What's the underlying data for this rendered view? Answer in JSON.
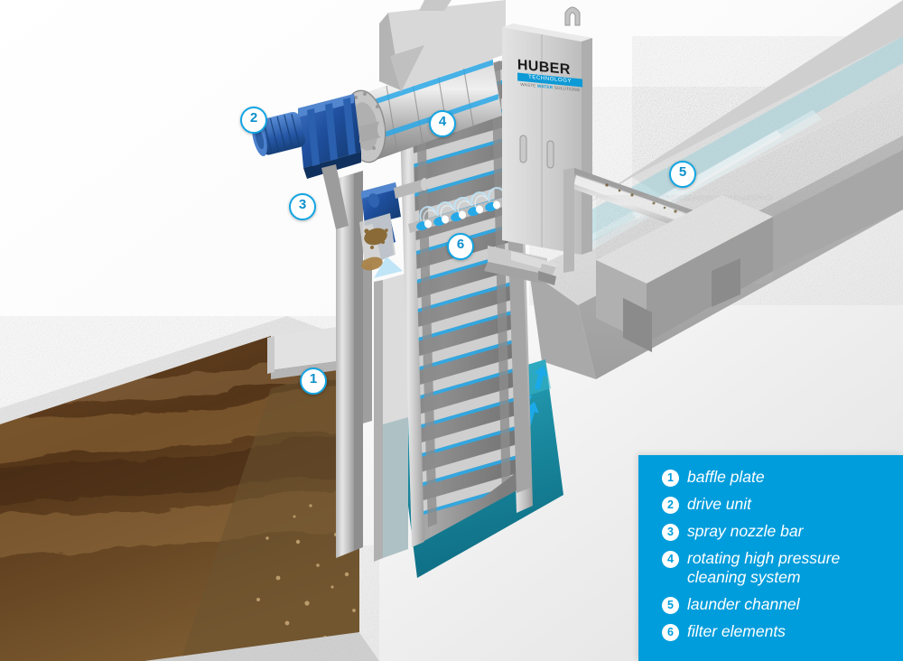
{
  "image": {
    "title": "HUBER rotating belt filter installation cutaway",
    "background_color": "#f4f4f4",
    "accent_color": "#009ddc"
  },
  "branding": {
    "logo_word": "HUBER",
    "logo_bar_text": "TECHNOLOGY",
    "logo_claim_pre": "WASTE",
    "logo_claim_mid": "WATER",
    "logo_claim_post": "SOLUTIONS"
  },
  "callouts": [
    {
      "number": "1",
      "label": "baffle plate"
    },
    {
      "number": "2",
      "label": "drive unit"
    },
    {
      "number": "3",
      "label": "spray nozzle bar"
    },
    {
      "number": "4",
      "label": "rotating high pressure cleaning system"
    },
    {
      "number": "5",
      "label": "launder channel"
    },
    {
      "number": "6",
      "label": "filter elements"
    }
  ],
  "legend": {
    "background_color": "#009ddc",
    "text_color": "#ffffff",
    "items": [
      {
        "number": "1",
        "label": "baffle plate"
      },
      {
        "number": "2",
        "label": "drive unit"
      },
      {
        "number": "3",
        "label": "spray nozzle bar"
      },
      {
        "number": "4",
        "label": "rotating high pressure cleaning system"
      },
      {
        "number": "5",
        "label": "launder channel"
      },
      {
        "number": "6",
        "label": "filter elements"
      }
    ]
  },
  "scene": {
    "elements": [
      {
        "name": "concrete-channel",
        "color": "#d9d9d9"
      },
      {
        "name": "dirty-water-upstream",
        "color": "#5e3b1e"
      },
      {
        "name": "clean-water-downstream",
        "color": "#1a8fa3"
      },
      {
        "name": "drive-unit-gearmotor",
        "color": "#1d4f96"
      },
      {
        "name": "filter-belt",
        "color": "#9a9a9a"
      },
      {
        "name": "launder-channel-pipe",
        "color": "#b4b4b4"
      },
      {
        "name": "control-cabinet",
        "color": "#d6d6d6"
      },
      {
        "name": "flow-arrows",
        "color": "#1ba9e8"
      }
    ]
  }
}
